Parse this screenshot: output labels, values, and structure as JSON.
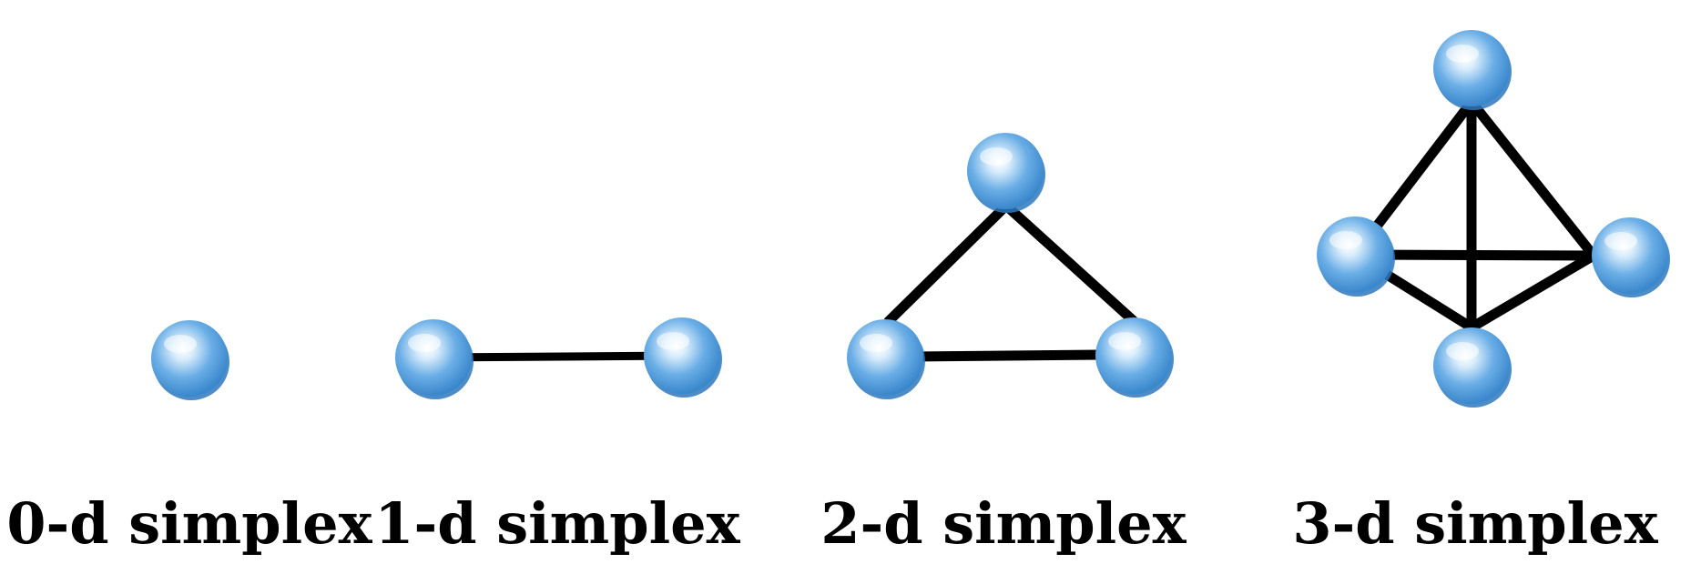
{
  "colors": {
    "node_light": "#d8ecfb",
    "node_mid": "#6aaee6",
    "node_dark": "#3a87cc",
    "node_rim": "#2f78bd",
    "edge": "#000000"
  },
  "simplices": [
    {
      "label": "0-d simplex",
      "nodes": [
        "v0"
      ],
      "edges": []
    },
    {
      "label": "1-d simplex",
      "nodes": [
        "v0",
        "v1"
      ],
      "edges": [
        [
          "v0",
          "v1"
        ]
      ]
    },
    {
      "label": "2-d simplex",
      "nodes": [
        "v0",
        "v1",
        "v2"
      ],
      "edges": [
        [
          "v0",
          "v1"
        ],
        [
          "v0",
          "v2"
        ],
        [
          "v1",
          "v2"
        ]
      ]
    },
    {
      "label": "3-d simplex",
      "nodes": [
        "v0",
        "v1",
        "v2",
        "v3"
      ],
      "edges": [
        [
          "v0",
          "v1"
        ],
        [
          "v0",
          "v2"
        ],
        [
          "v0",
          "v3"
        ],
        [
          "v1",
          "v2"
        ],
        [
          "v1",
          "v3"
        ],
        [
          "v2",
          "v3"
        ]
      ]
    }
  ]
}
